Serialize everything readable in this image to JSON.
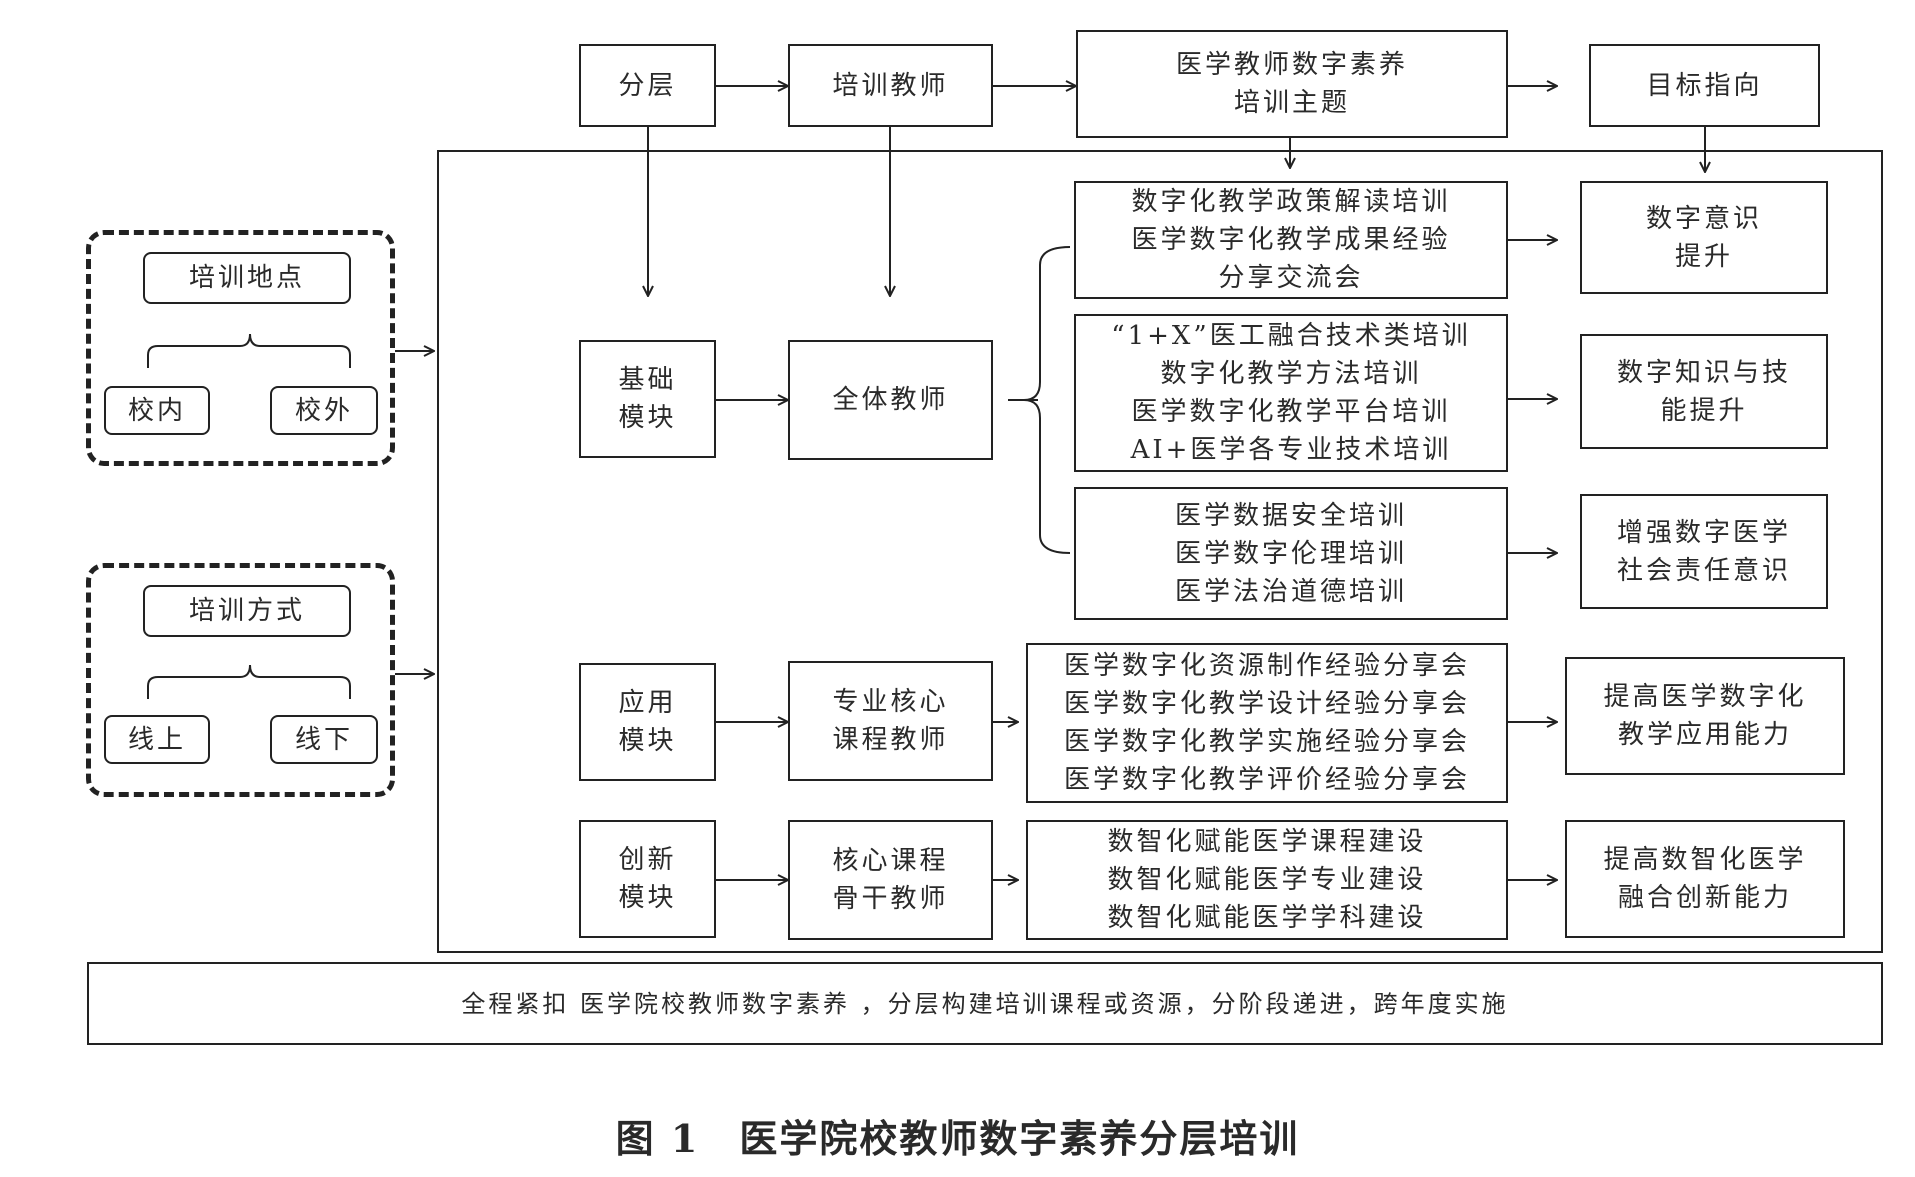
{
  "header": {
    "layer": "分层",
    "teacher": "培训教师",
    "theme": [
      "医学教师数字素养",
      "培训主题"
    ],
    "goal": "目标指向"
  },
  "left_panels": {
    "location": {
      "title": "培训地点",
      "options": [
        "校内",
        "校外"
      ]
    },
    "mode": {
      "title": "培训方式",
      "options": [
        "线上",
        "线下"
      ]
    }
  },
  "modules": {
    "basic": {
      "module": [
        "基础",
        "模块"
      ],
      "teachers": "全体教师",
      "groups": [
        {
          "topics": [
            "数字化教学政策解读培训",
            "医学数字化教学成果经验",
            "分享交流会"
          ],
          "goal": [
            "数字意识",
            "提升"
          ]
        },
        {
          "topics": [
            "“1+X”医工融合技术类培训",
            "数字化教学方法培训",
            "医学数字化教学平台培训",
            "AI+医学各专业技术培训"
          ],
          "goal": [
            "数字知识与技",
            "能提升"
          ]
        },
        {
          "topics": [
            "医学数据安全培训",
            "医学数字伦理培训",
            "医学法治道德培训"
          ],
          "goal": [
            "增强数字医学",
            "社会责任意识"
          ]
        }
      ]
    },
    "application": {
      "module": [
        "应用",
        "模块"
      ],
      "teachers": [
        "专业核心",
        "课程教师"
      ],
      "topics": [
        "医学数字化资源制作经验分享会",
        "医学数字化教学设计经验分享会",
        "医学数字化教学实施经验分享会",
        "医学数字化教学评价经验分享会"
      ],
      "goal": [
        "提高医学数字化",
        "教学应用能力"
      ]
    },
    "innovation": {
      "module": [
        "创新",
        "模块"
      ],
      "teachers": [
        "核心课程",
        "骨干教师"
      ],
      "topics": [
        "数智化赋能医学课程建设",
        "数智化赋能医学专业建设",
        "数智化赋能医学学科建设"
      ],
      "goal": [
        "提高数智化医学",
        "融合创新能力"
      ]
    }
  },
  "footer_note": "全程紧扣 医学院校教师数字素养 ，分层构建培训课程或资源，分阶段递进，跨年度实施",
  "caption": {
    "figure_no": "图 1",
    "title": "医学院校教师数字素养分层培训"
  }
}
